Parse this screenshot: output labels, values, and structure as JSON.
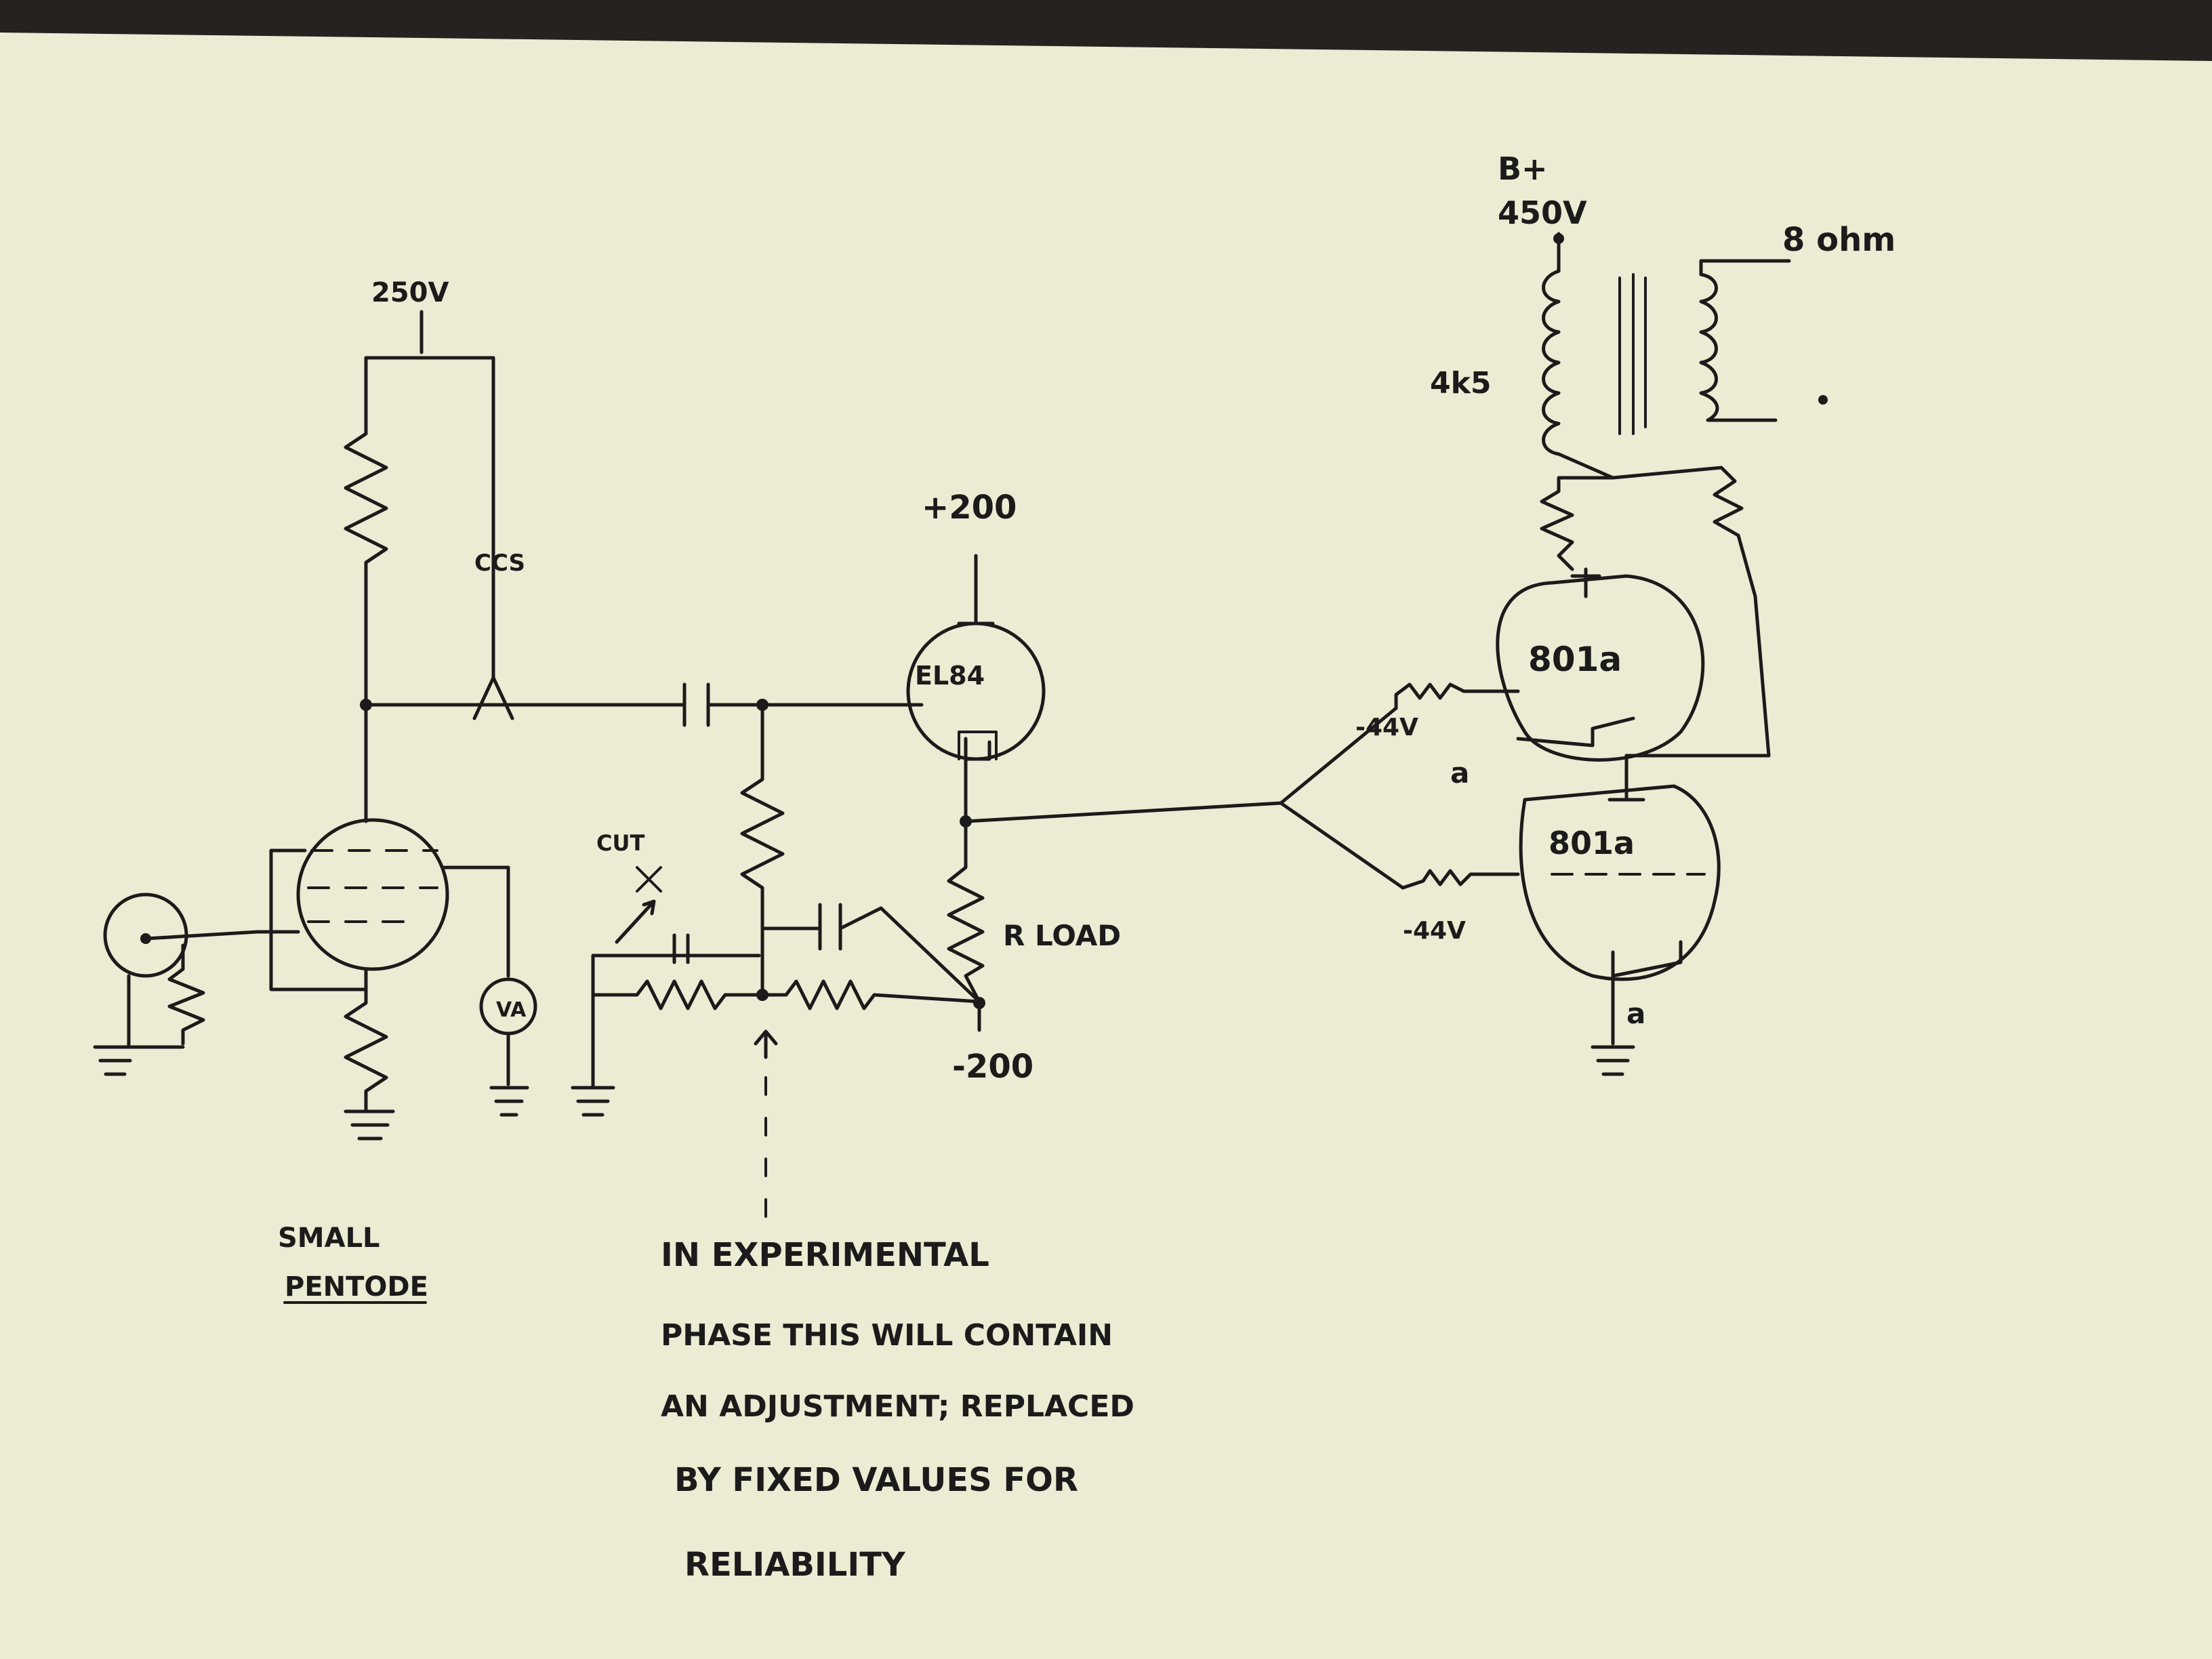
{
  "colors": {
    "paper": "#ecebd3",
    "ink": "#1c1a1a",
    "background": "#26221f"
  },
  "labels": {
    "v250": "250V",
    "ccs": "CCS",
    "small": "SMALL",
    "pentode": "PENTODE",
    "cut": "CUT",
    "plus200": "+200",
    "el84": "EL84",
    "rload": "R LOAD",
    "minus200": "-200",
    "bplus": "B+",
    "v450": "450V",
    "ohm8": "8 ohm",
    "z4k5": "4k5",
    "tube801_top": "801a",
    "tube801_bottom": "801a",
    "bias_top": "-44V",
    "bias_bottom": "-44V",
    "a_top": "a",
    "a_bottom": "a",
    "va": "VA"
  },
  "note": {
    "lines": [
      "IN EXPERIMENTAL",
      "PHASE THIS WILL CONTAIN",
      "AN ADJUSTMENT; REPLACED",
      "BY FIXED VALUES FOR",
      "RELIABILITY"
    ]
  }
}
